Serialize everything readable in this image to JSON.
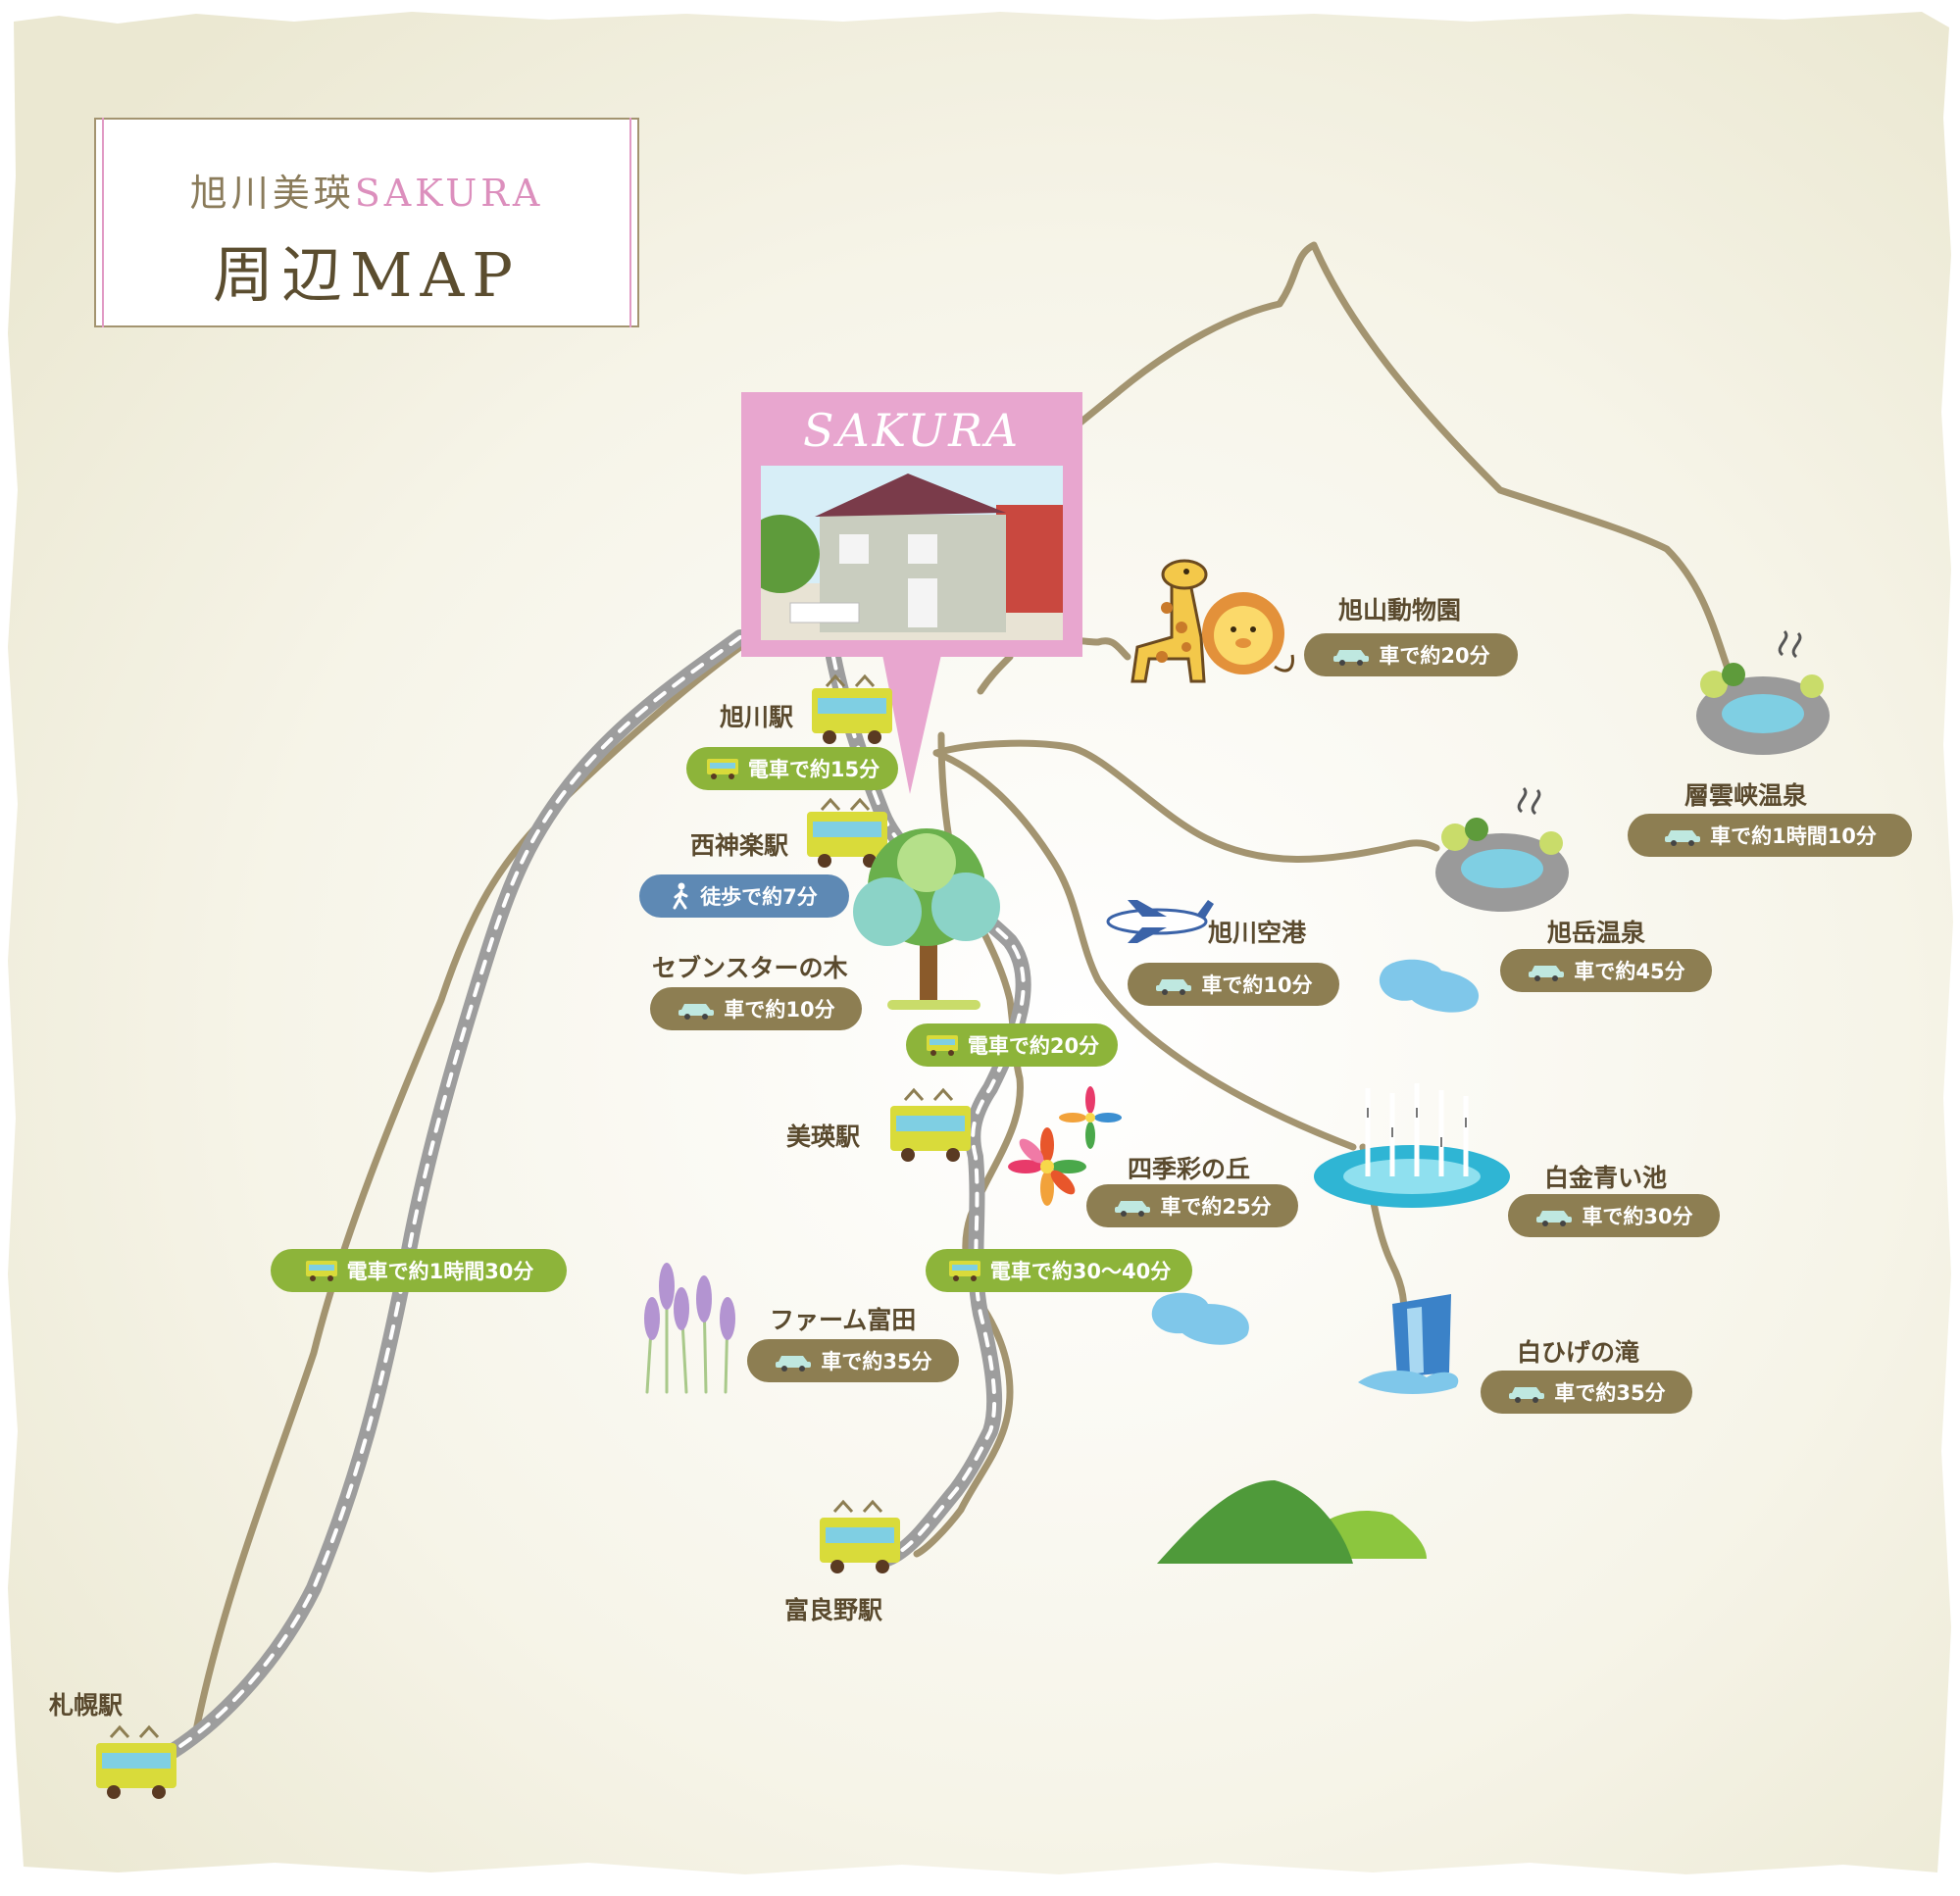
{
  "title": {
    "line1_prefix": "旭川美瑛",
    "line1_accent": "SAKURA",
    "line2": "周辺MAP"
  },
  "sakura": {
    "label": "SAKURA"
  },
  "places": {
    "asahikawa_station": "旭川駅",
    "nishikagura_station": "西神楽駅",
    "biei_station": "美瑛駅",
    "furano_station": "富良野駅",
    "sapporo_station": "札幌駅",
    "zoo": "旭山動物園",
    "sounkyo_onsen": "層雲峡温泉",
    "airport": "旭川空港",
    "asahidake_onsen": "旭岳温泉",
    "seven_stars_tree": "セブンスターの木",
    "shikisai_hill": "四季彩の丘",
    "blue_pond": "白金青い池",
    "farm_tomita": "ファーム富田",
    "shirahige_falls": "白ひげの滝"
  },
  "routes": {
    "sakura_to_asahikawa": "電車で約15分",
    "walk_nishikagura": "徒歩で約7分",
    "asahikawa_to_biei": "電車で約20分",
    "biei_to_furano": "電車で約30〜40分",
    "to_sapporo": "電車で約1時間30分",
    "zoo": "車で約20分",
    "sounkyo": "車で約1時間10分",
    "airport": "車で約10分",
    "asahidake": "車で約45分",
    "seven_stars": "車で約10分",
    "shikisai": "車で約25分",
    "blue_pond": "車で約30分",
    "farm_tomita": "車で約35分",
    "shirahige": "車で約35分"
  },
  "colors": {
    "road": "#a39470",
    "rail": "#9d9d9d",
    "car_pill": "#8d7e52",
    "train_pill": "#8db43a",
    "walk_pill": "#5e89b4",
    "sakura_pink": "#e8a6cf"
  },
  "icons": [
    "train-icon",
    "car-icon",
    "walk-icon",
    "giraffe-icon",
    "lion-icon",
    "onsen-icon",
    "airplane-icon",
    "tree-icon",
    "flower-icon",
    "lavender-icon",
    "pond-icon",
    "waterfall-icon",
    "mountain-icon",
    "house-photo"
  ]
}
